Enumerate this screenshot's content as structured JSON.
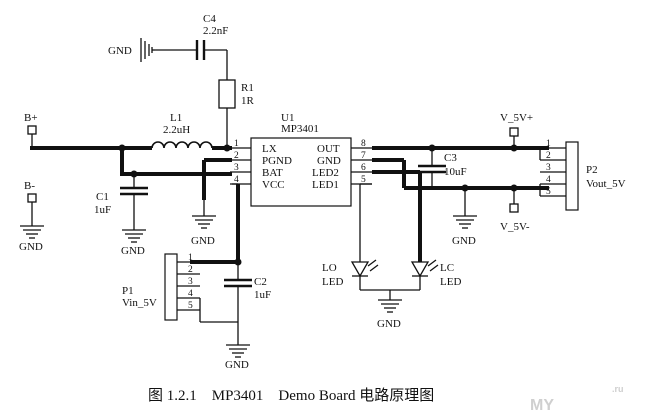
{
  "labels": {
    "c4_ref": "C4",
    "c4_val": "2.2nF",
    "gnd_c4": "GND",
    "r1_ref": "R1",
    "r1_val": "1R",
    "u1_ref": "U1",
    "u1_part": "MP3401",
    "l1_ref": "L1",
    "l1_val": "2.2uH",
    "bplus": "B+",
    "bminus": "B-",
    "gnd_bminus": "GND",
    "c1_ref": "C1",
    "c1_val": "1uF",
    "gnd_c1": "GND",
    "gnd_pgnd": "GND",
    "c3_ref": "C3",
    "c3_val": "10uF",
    "gnd_c3": "GND",
    "v5p": "V_5V+",
    "v5m": "V_5V-",
    "p2_ref": "P2",
    "p2_val": "Vout_5V",
    "p1_ref": "P1",
    "p1_val": "Vin_5V",
    "c2_ref": "C2",
    "c2_val": "1uF",
    "gnd_c2": "GND",
    "lo_ref": "LO",
    "lo_val": "LED",
    "lc_ref": "LC",
    "lc_val": "LED",
    "gnd_led": "GND"
  },
  "u1_pins_left": [
    {
      "num": "1",
      "name": "LX"
    },
    {
      "num": "2",
      "name": "PGND"
    },
    {
      "num": "3",
      "name": "BAT"
    },
    {
      "num": "4",
      "name": "VCC"
    }
  ],
  "u1_pins_right": [
    {
      "num": "8",
      "name": "OUT"
    },
    {
      "num": "7",
      "name": "GND"
    },
    {
      "num": "6",
      "name": "LED2"
    },
    {
      "num": "5",
      "name": "LED1"
    }
  ],
  "p1_pins": [
    "1",
    "2",
    "3",
    "4",
    "5"
  ],
  "p2_pins": [
    "1",
    "2",
    "3",
    "4",
    "5"
  ],
  "caption": "图 1.2.1    MP3401    Demo Board 电路原理图",
  "watermark": "MY",
  "watermark_sub": ".ru"
}
